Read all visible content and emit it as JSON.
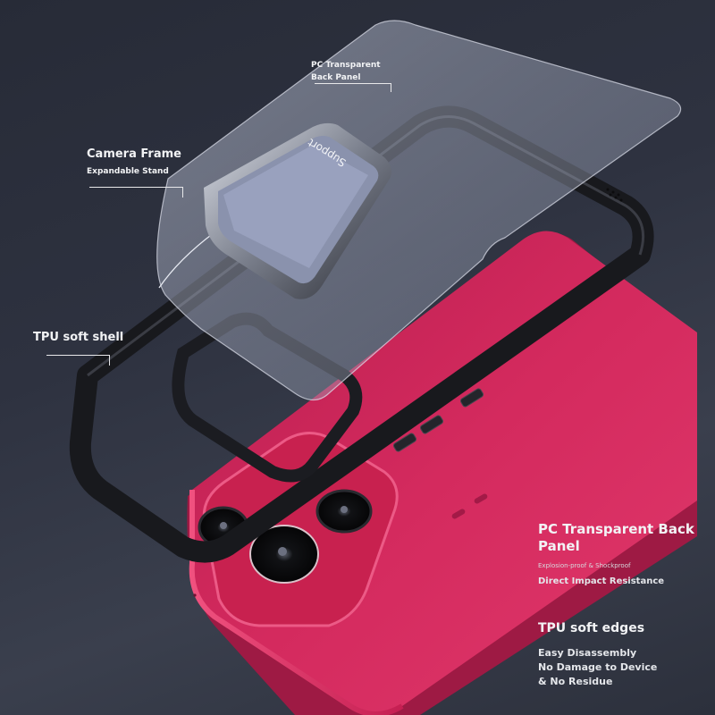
{
  "callouts": {
    "pc_panel_top": {
      "line1": "PC Transparent",
      "line2": "Back Panel"
    },
    "camera_frame": {
      "title": "Camera Frame",
      "subtitle": "Expandable Stand"
    },
    "tpu_shell": {
      "title": "TPU soft shell"
    }
  },
  "camera_frame_engraving": "Support",
  "features": {
    "pc_panel": {
      "title": "PC Transparent Back Panel",
      "tagline": "Explosion-proof & Shockproof",
      "benefit": "Direct Impact Resistance"
    },
    "tpu_edges": {
      "title": "TPU soft edges",
      "benefits": [
        "Easy Disassembly",
        "No Damage to Device",
        "& No Residue"
      ]
    }
  },
  "colors": {
    "background": "#2c303c",
    "phone_body": "#d0245a",
    "phone_highlight": "#e8487a",
    "case_frame": "#1e1f24",
    "panel_tint": "#9aa3b8",
    "label_text": "#f2f3f5"
  }
}
